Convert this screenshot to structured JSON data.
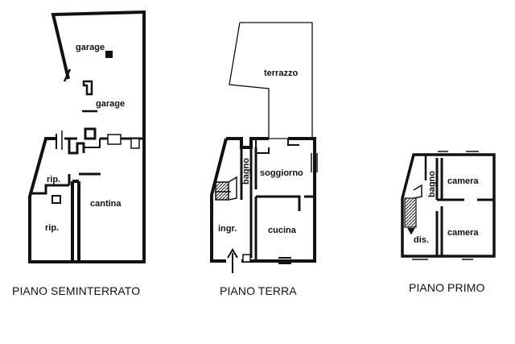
{
  "plans": {
    "seminterrato": {
      "caption": "PIANO SEMINTERRATO",
      "rooms": {
        "garage_upper": "garage",
        "garage_lower": "garage",
        "rip_upper": "rip.",
        "rip_lower": "rip.",
        "cantina": "cantina"
      }
    },
    "terra": {
      "caption": "PIANO TERRA",
      "rooms": {
        "terrazzo": "terrazzo",
        "bagno": "bagno",
        "soggiorno": "soggiorno",
        "ingr": "ingr.",
        "cucina": "cucina"
      }
    },
    "primo": {
      "caption": "PIANO PRIMO",
      "rooms": {
        "bagno": "bagno",
        "camera_upper": "camera",
        "camera_lower": "camera",
        "dis": "dis."
      }
    }
  },
  "colors": {
    "ink": "#111111",
    "background": "#ffffff"
  }
}
